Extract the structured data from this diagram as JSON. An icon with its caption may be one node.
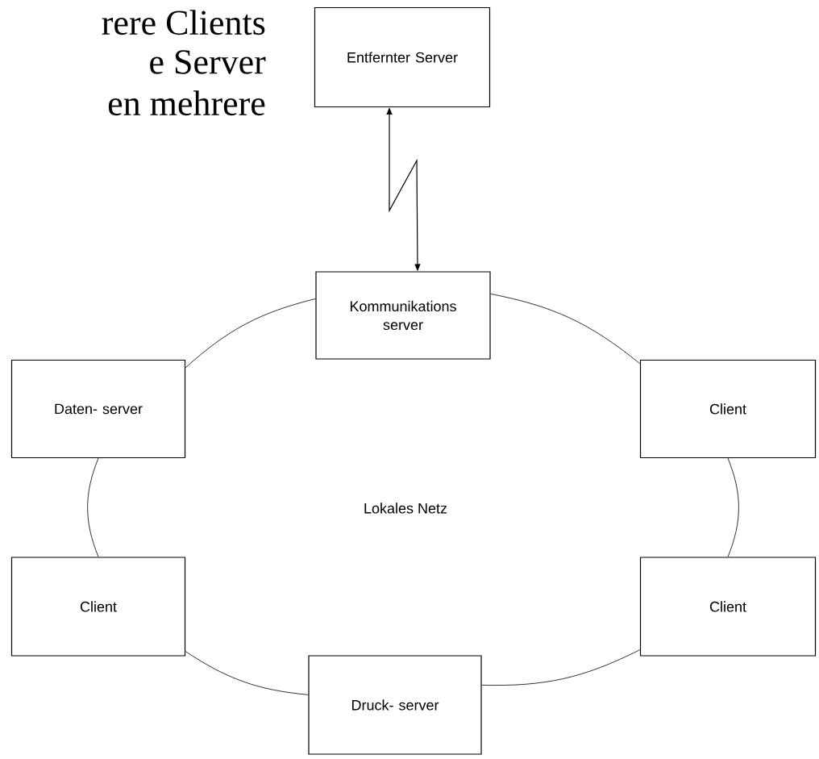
{
  "diagram": {
    "nodes": [
      {
        "text": [
          "Entfernter Server"
        ]
      },
      {
        "text": [
          "Kommunikations server"
        ]
      },
      {
        "text": [
          "Daten- server"
        ]
      },
      {
        "text": [
          "Client"
        ]
      },
      {
        "text": [
          "Client"
        ]
      },
      {
        "text": [
          "Client"
        ]
      },
      {
        "text": [
          "Druck- server"
        ]
      }
    ],
    "edges": [
      {
        "from": 0,
        "to": 1,
        "arrow": "both"
      },
      {
        "from": 1,
        "to": 3,
        "arrow": "none"
      },
      {
        "from": 3,
        "to": 5,
        "arrow": "none"
      },
      {
        "from": 5,
        "to": 6,
        "arrow": "none"
      },
      {
        "from": 6,
        "to": 4,
        "arrow": "none"
      },
      {
        "from": 4,
        "to": 2,
        "arrow": "none"
      },
      {
        "from": 2,
        "to": 1,
        "arrow": "none"
      }
    ],
    "labels": [
      "rere Clients",
      "e Server",
      "en mehrere",
      "Lokales Netz"
    ]
  }
}
